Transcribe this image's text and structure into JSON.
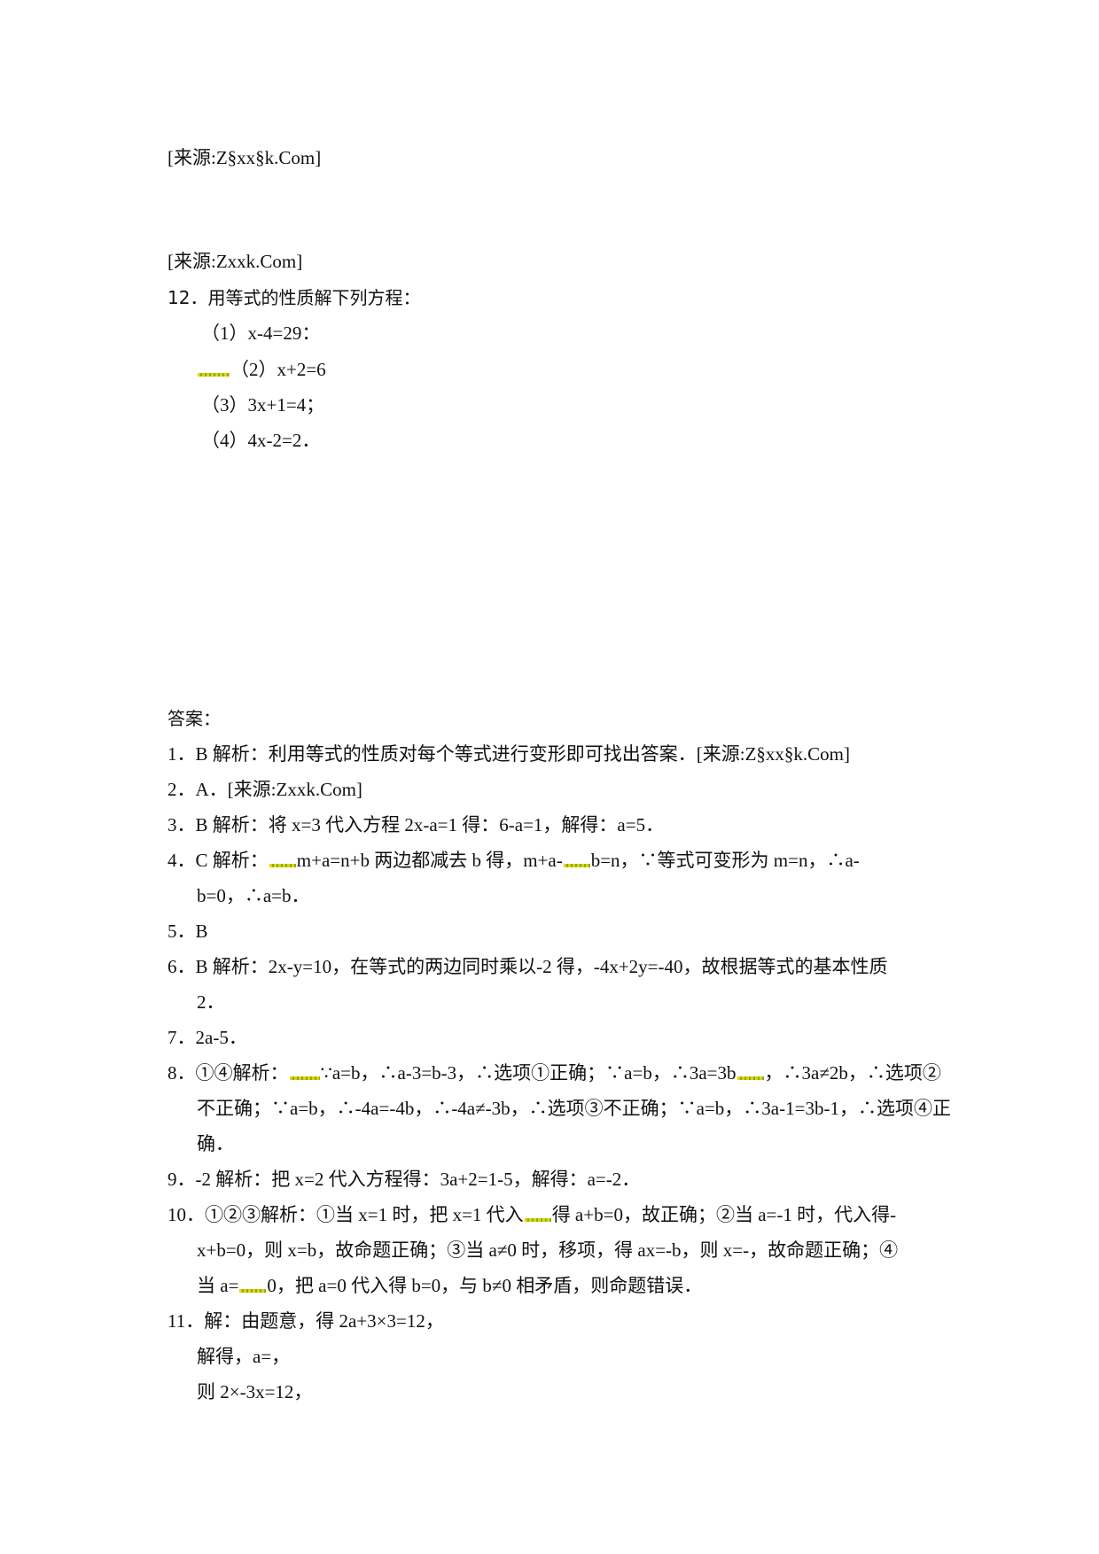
{
  "document": {
    "source_notes": [
      "[来源:Z§xx§k.Com]",
      "[来源:Zxxk.Com]"
    ],
    "question12": {
      "title": "12．用等式的性质解下列方程：",
      "items": [
        "（1）x-4=29：",
        "（2）x+2=6",
        "（3）3x+1=4；",
        "（4）4x-2=2．"
      ]
    },
    "answers": {
      "heading": "答案：",
      "lines": [
        "1．B 解析：利用等式的性质对每个等式进行变形即可找出答案．[来源:Z§xx§k.Com]",
        "2．A．[来源:Zxxk.Com]",
        "3．B 解析：将 x=3 代入方程 2x-a=1 得：6-a=1，解得：a=5．",
        "4．C 解析：",
        "m+a=n+b 两边都减去 b 得，m+a-",
        "b=n，∵等式可变形为 m=n，∴a-",
        "b=0，∴a=b．",
        "5．B",
        "6．B 解析：2x-y=10，在等式的两边同时乘以-2 得，-4x+2y=-40，故根据等式的基本性质",
        "2．",
        "7．2a-5．",
        "8．①④解析：",
        "∵a=b，∴a-3=b-3，∴选项①正确；∵a=b，∴3a=3b",
        "，∴3a≠2b，∴选项②",
        "不正确；∵a=b，∴-4a=-4b，∴-4a≠-3b，∴选项③不正确；∵a=b，∴3a-1=3b-1，∴选项④正",
        "确．",
        "9．-2 解析：把 x=2 代入方程得：3a+2=1-5，解得：a=-2．",
        "10．①②③解析：①当 x=1 时，把 x=1 代入",
        "得 a+b=0，故正确；②当 a=-1 时，代入得-",
        "x+b=0，则 x=b，故命题正确；③当 a≠0 时，移项，得 ax=-b，则 x=-，故命题正确；④",
        "当 a=",
        "0，把 a=0 代入得 b=0，与 b≠0 相矛盾，则命题错误．",
        "11．解：由题意，得 2a+3×3=12，",
        "解得，a=，",
        "则 2×-3x=12，"
      ]
    }
  }
}
